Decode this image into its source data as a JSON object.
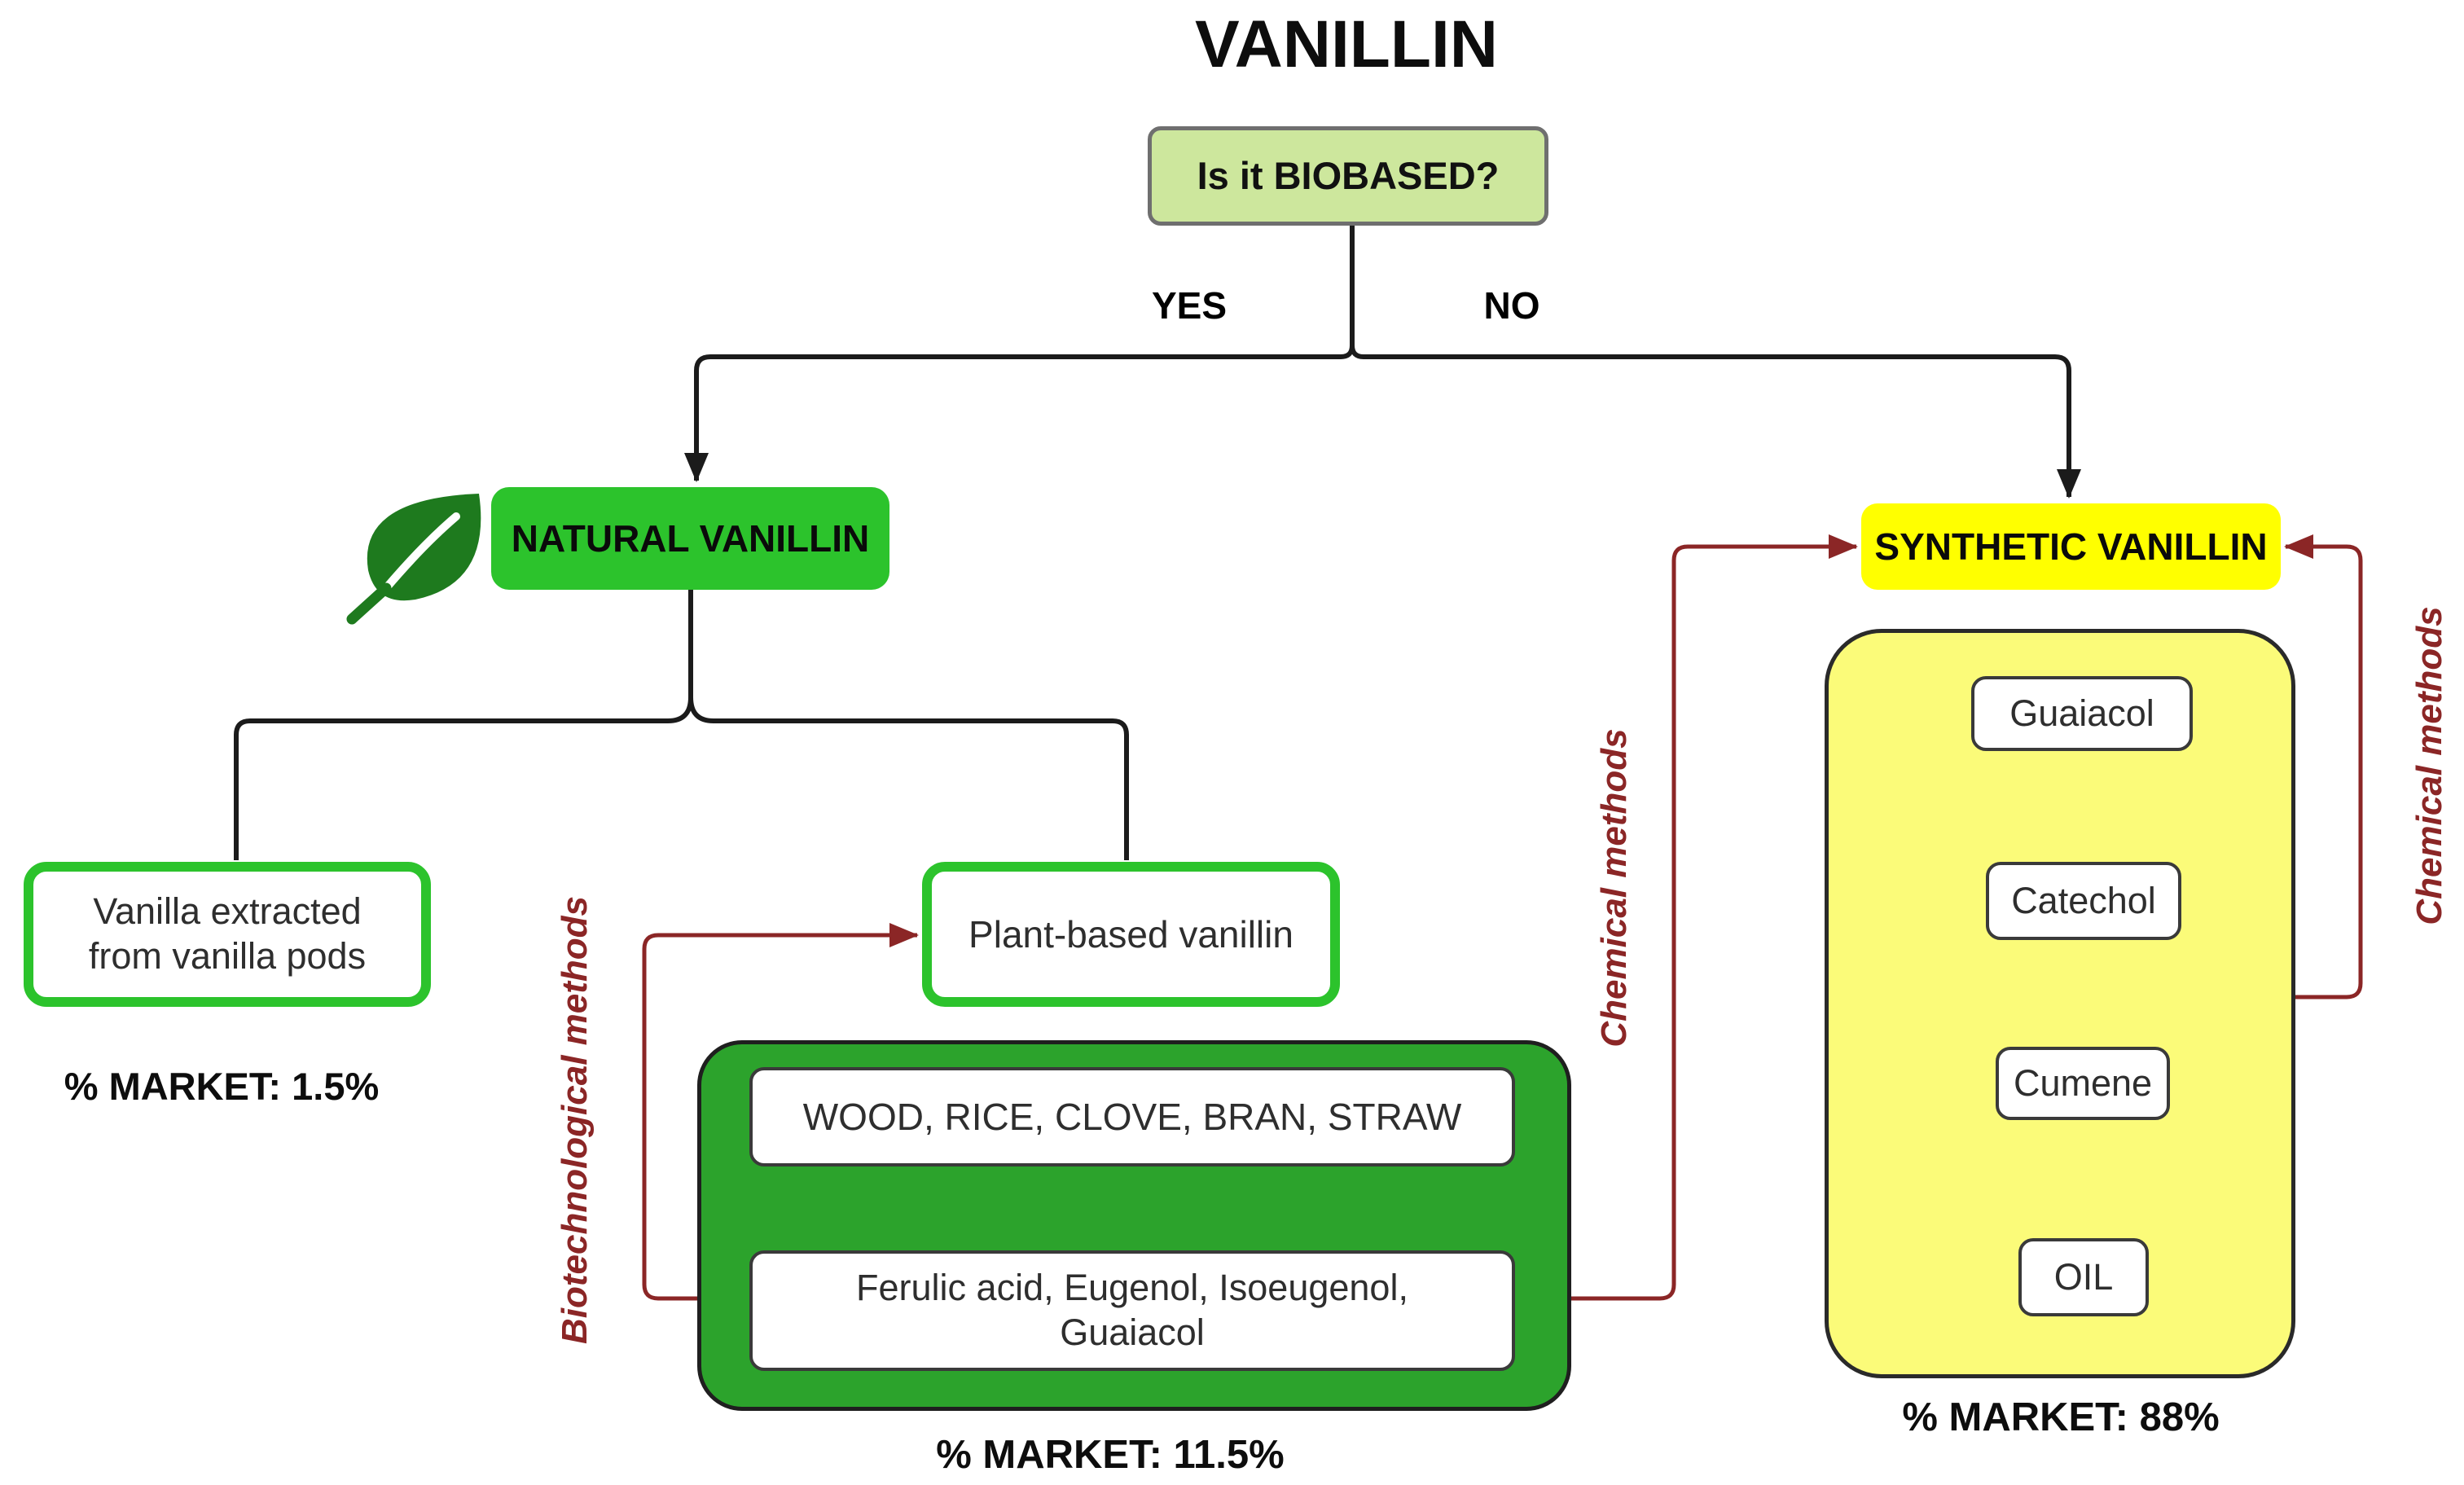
{
  "title": "VANILLIN",
  "decision": {
    "question": "Is it BIOBASED?",
    "yes_label": "YES",
    "no_label": "NO"
  },
  "natural_branch": {
    "header": "NATURAL VANILLIN",
    "pods_box": {
      "line1": "Vanilla extracted",
      "line2": "from vanilla pods"
    },
    "pods_market": "% MARKET: 1.5%",
    "plant_box": "Plant-based vanillin",
    "sources_box": "WOOD, RICE, CLOVE, BRAN, STRAW",
    "precursors_box": {
      "line1": "Ferulic acid, Eugenol, Isoeugenol,",
      "line2": "Guaiacol"
    },
    "plant_market": "% MARKET: 11.5%",
    "method_label": "Biotechnological methods"
  },
  "synthetic_branch": {
    "header": "SYNTHETIC VANILLIN",
    "chain": [
      "Guaiacol",
      "Catechol",
      "Cumene",
      "OIL"
    ],
    "market": "% MARKET: 88%",
    "method_label_left": "Chemical methods",
    "method_label_right": "Chemical methods"
  },
  "colors": {
    "bright_green": "#2cc32c",
    "container_green": "#2ca32c",
    "leaf_green": "#1e7a1e",
    "decision_green": "#cde79d",
    "synthetic_yellow": "#ffff00",
    "pale_yellow": "#fbfb79",
    "method_red": "#8b2626",
    "line_black": "#1b1b1b"
  }
}
